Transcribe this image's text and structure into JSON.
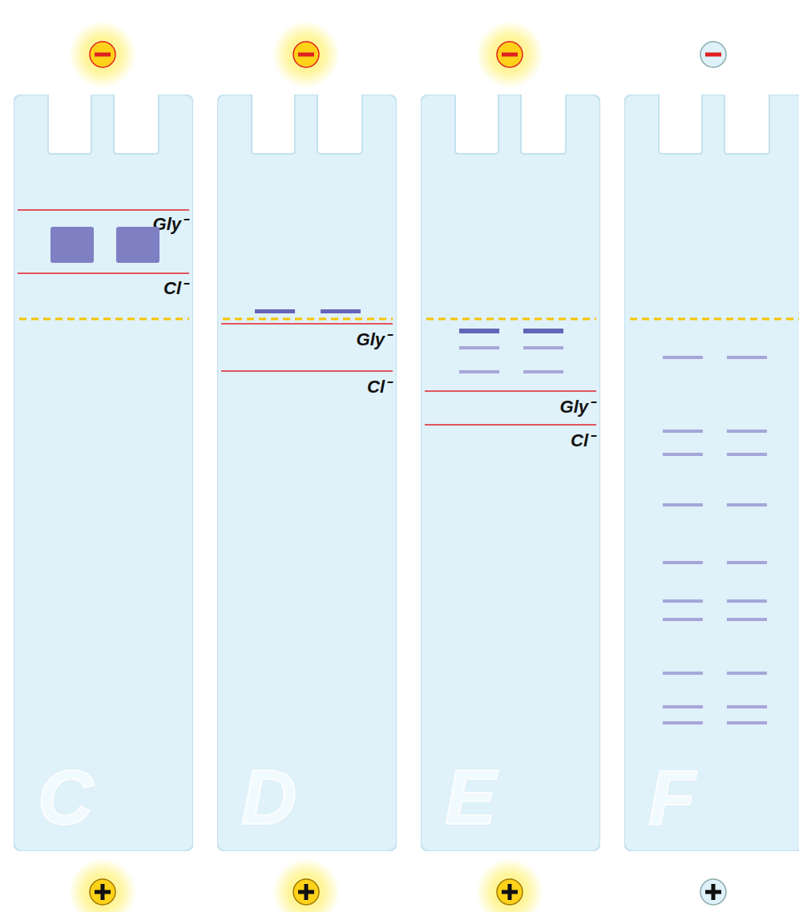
{
  "diagram": {
    "nodes": [
      {
        "text": [
          "Gly⁻",
          "Cl⁻",
          "C"
        ]
      },
      {
        "text": [
          "Gly⁻",
          "Cl⁻",
          "D"
        ]
      },
      {
        "text": [
          "Gly⁻",
          "Cl⁻",
          "E"
        ]
      },
      {
        "text": [
          "F"
        ]
      }
    ]
  }
}
